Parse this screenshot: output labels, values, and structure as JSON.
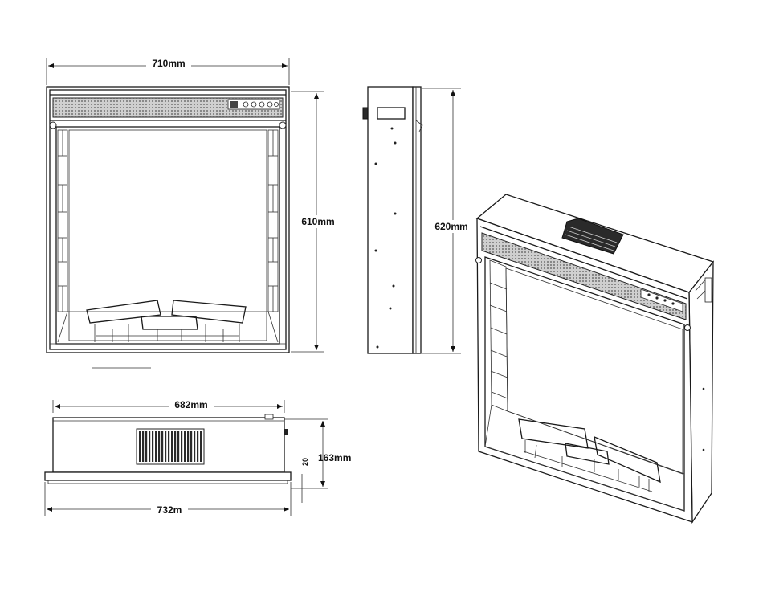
{
  "dimensions": {
    "front_width": "710mm",
    "front_height": "610mm",
    "side_height": "620mm",
    "top_depth_width": "682mm",
    "top_depth": "163mm",
    "offset": "20",
    "bottom_width": "732m"
  },
  "colors": {
    "line": "#1a1a1a",
    "grille": "#bdbdbd",
    "vent": "#2a2a2a",
    "background": "#ffffff"
  }
}
